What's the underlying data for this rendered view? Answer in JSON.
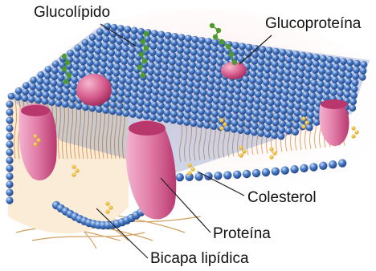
{
  "diagram": {
    "labels": {
      "glycolipid": "Glucolípido",
      "glycoprotein": "Glucoproteína",
      "cholesterol": "Colesterol",
      "protein": "Proteína",
      "bilayer": "Bicapa lipídica"
    },
    "colors": {
      "phospholipid_head": "#2f5fa9",
      "head_highlight": "#a9c4ec",
      "tail": "#d8893a",
      "protein": "#e07aa6",
      "protein_dark": "#b8386e",
      "cholesterol": "#e8b21c",
      "sugar_chain": "#4f9a2c",
      "fibers": "#c98a3a"
    }
  }
}
